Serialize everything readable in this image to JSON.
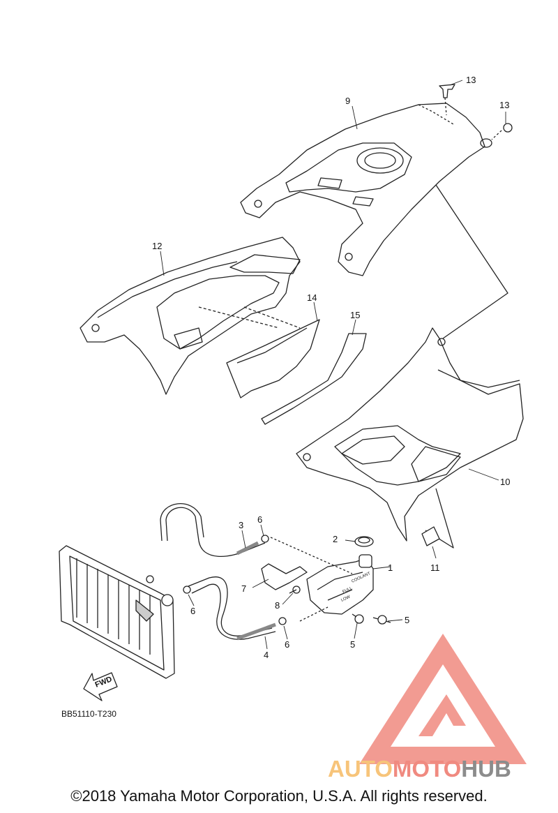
{
  "diagram": {
    "callouts": {
      "c1": "1",
      "c2": "2",
      "c3": "3",
      "c4": "4",
      "c5a": "5",
      "c5b": "5",
      "c6a": "6",
      "c6b": "6",
      "c6c": "6",
      "c7": "7",
      "c8": "8",
      "c9": "9",
      "c10": "10",
      "c11": "11",
      "c12": "12",
      "c13a": "13",
      "c13b": "13",
      "c14": "14",
      "c15": "15"
    },
    "fwd_label": "FWD",
    "tank_labels": {
      "coolant": "COOLANT",
      "full": "FULL",
      "low": "LOW"
    },
    "drawing_code": "BB51110-T230"
  },
  "watermark": {
    "part1": "AUTO",
    "part2": "MOTO",
    "part3": "HUB",
    "colors": {
      "auto": "#f7c47a",
      "moto": "#f08a80",
      "hub": "#8c8c8c",
      "logo": "#f08a80"
    }
  },
  "copyright": "©2018 Yamaha Motor Corporation, U.S.A. All rights reserved."
}
